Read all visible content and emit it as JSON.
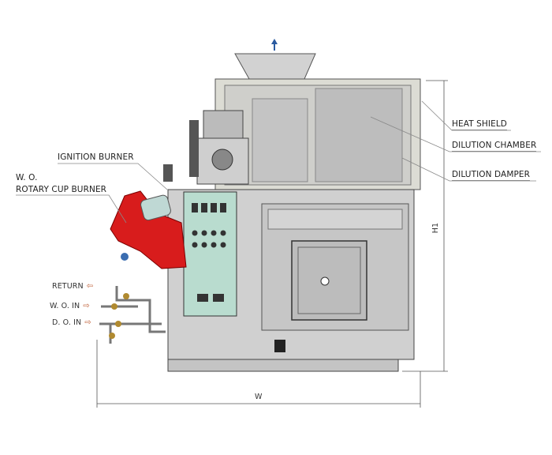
{
  "labels": {
    "heat_shield": "HEAT SHIELD",
    "dilution_chamber": "DILUTION CHAMBER",
    "dilution_damper": "DILUTION DAMPER",
    "ignition_burner": "IGNITION BURNER",
    "wo_line1": "W. O.",
    "wo_line2": "ROTARY CUP BURNER",
    "return": "RETURN",
    "wo_in": "W. O. IN",
    "do_in": "D. O. IN"
  },
  "dimensions": {
    "width": "W",
    "height": "H1"
  },
  "colors": {
    "burner": "#d81c1c",
    "panel": "#b9dccf",
    "body": "#c9c9c9",
    "shield": "#dcdcd4"
  }
}
